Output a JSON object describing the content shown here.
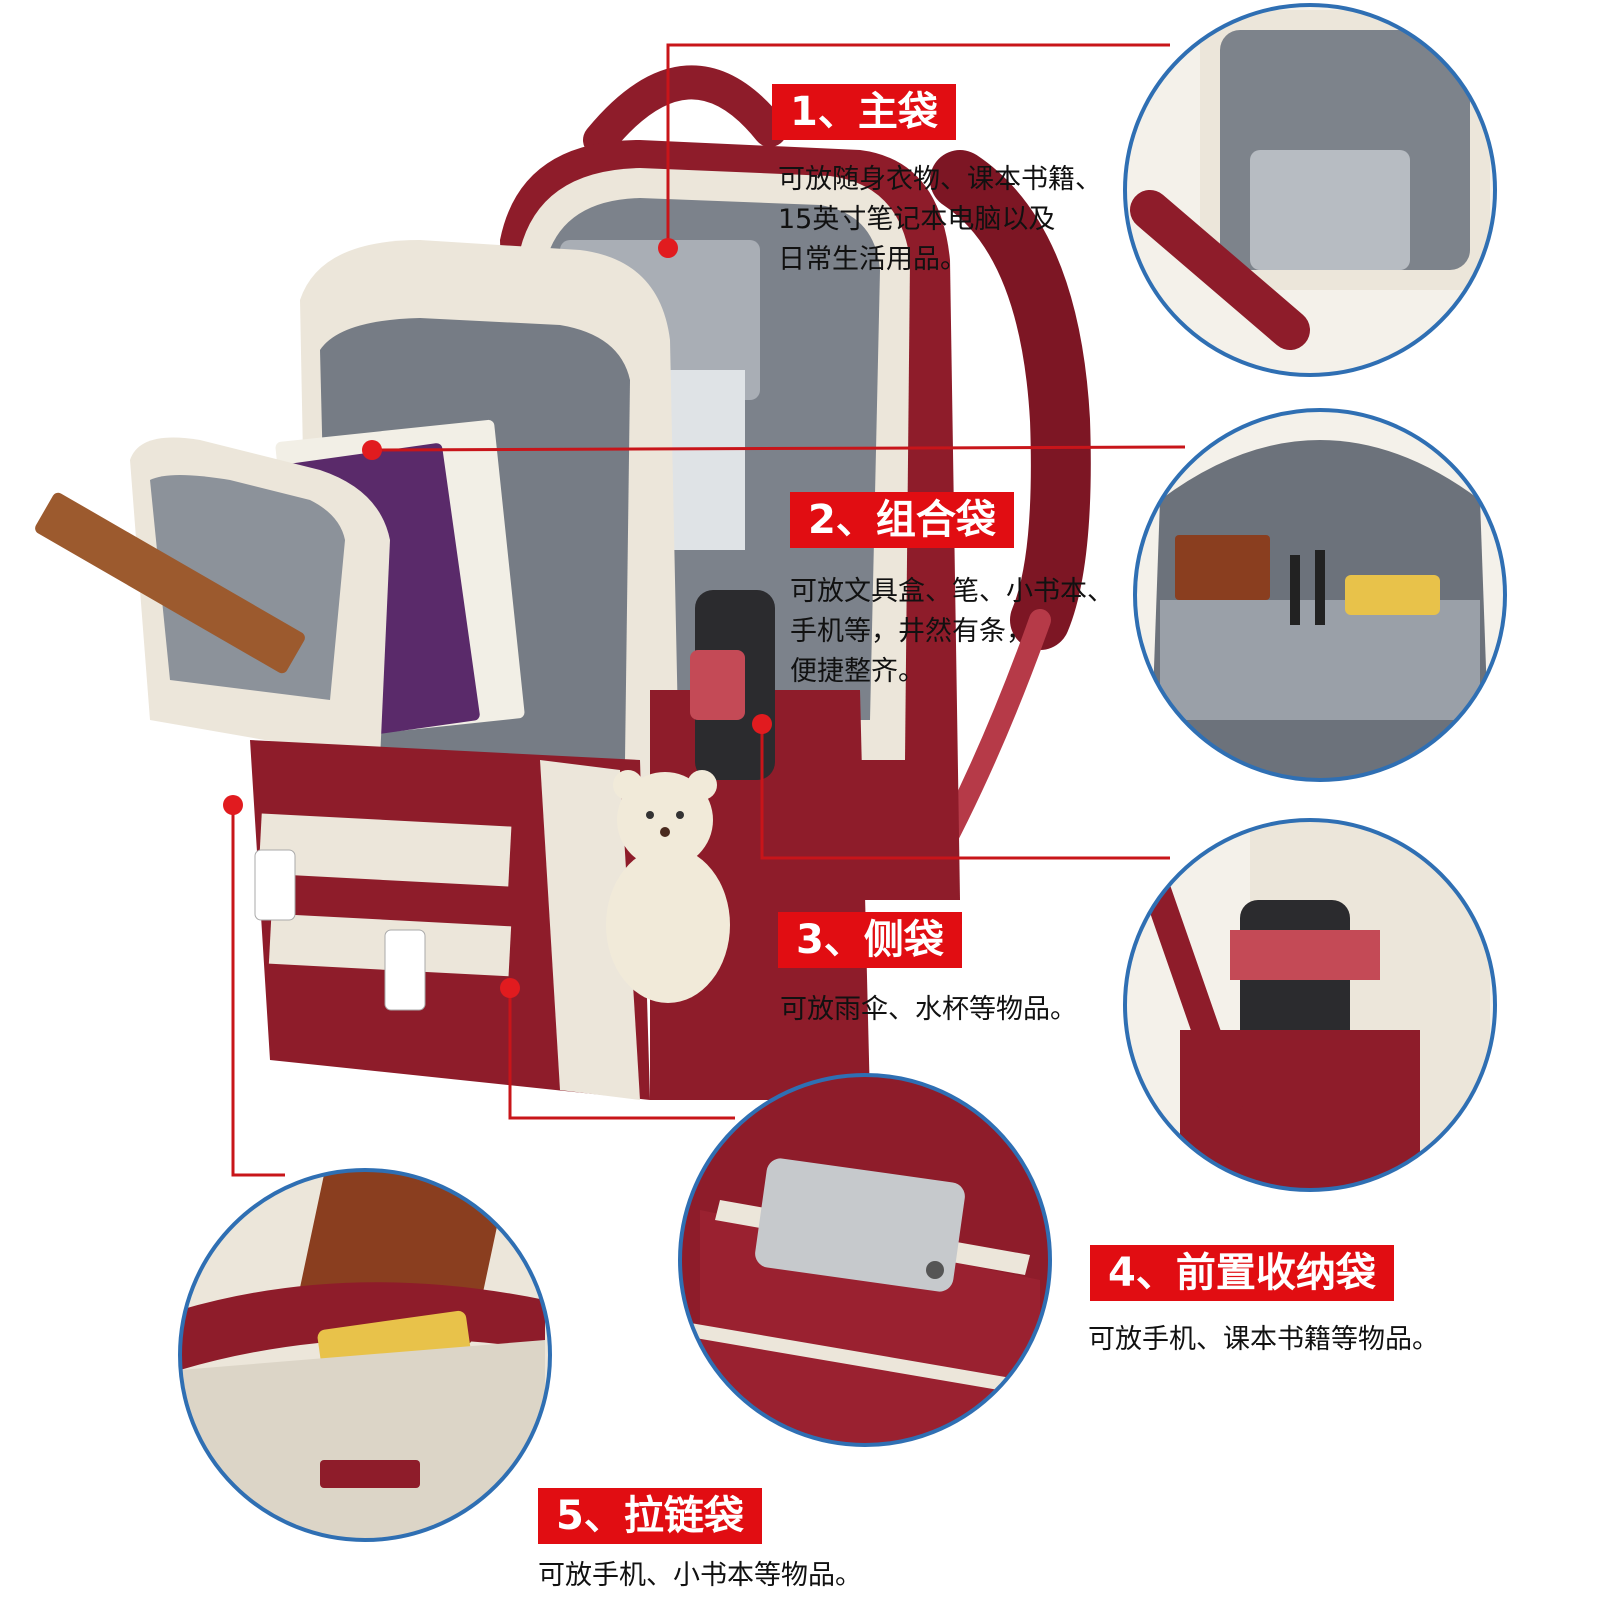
{
  "colors": {
    "accent_red": "#e10d12",
    "bag_red": "#8e1c2a",
    "bag_cream": "#ece6da",
    "lining_gray": "#8c929a",
    "circle_border": "#2f6fb3"
  },
  "callouts": [
    {
      "label": "1、主袋",
      "lines": [
        "可放随身衣物、课本书籍、",
        "15英寸笔记本电脑以及",
        "日常生活用品。"
      ]
    },
    {
      "label": "2、组合袋",
      "lines": [
        "可放文具盒、笔、小书本、",
        "手机等，井然有条，",
        "便捷整齐。"
      ]
    },
    {
      "label": "3、侧袋",
      "lines": [
        "可放雨伞、水杯等物品。"
      ]
    },
    {
      "label": "4、前置收纳袋",
      "lines": [
        "可放手机、课本书籍等物品。"
      ]
    },
    {
      "label": "5、拉链袋",
      "lines": [
        "可放手机、小书本等物品。"
      ]
    }
  ]
}
